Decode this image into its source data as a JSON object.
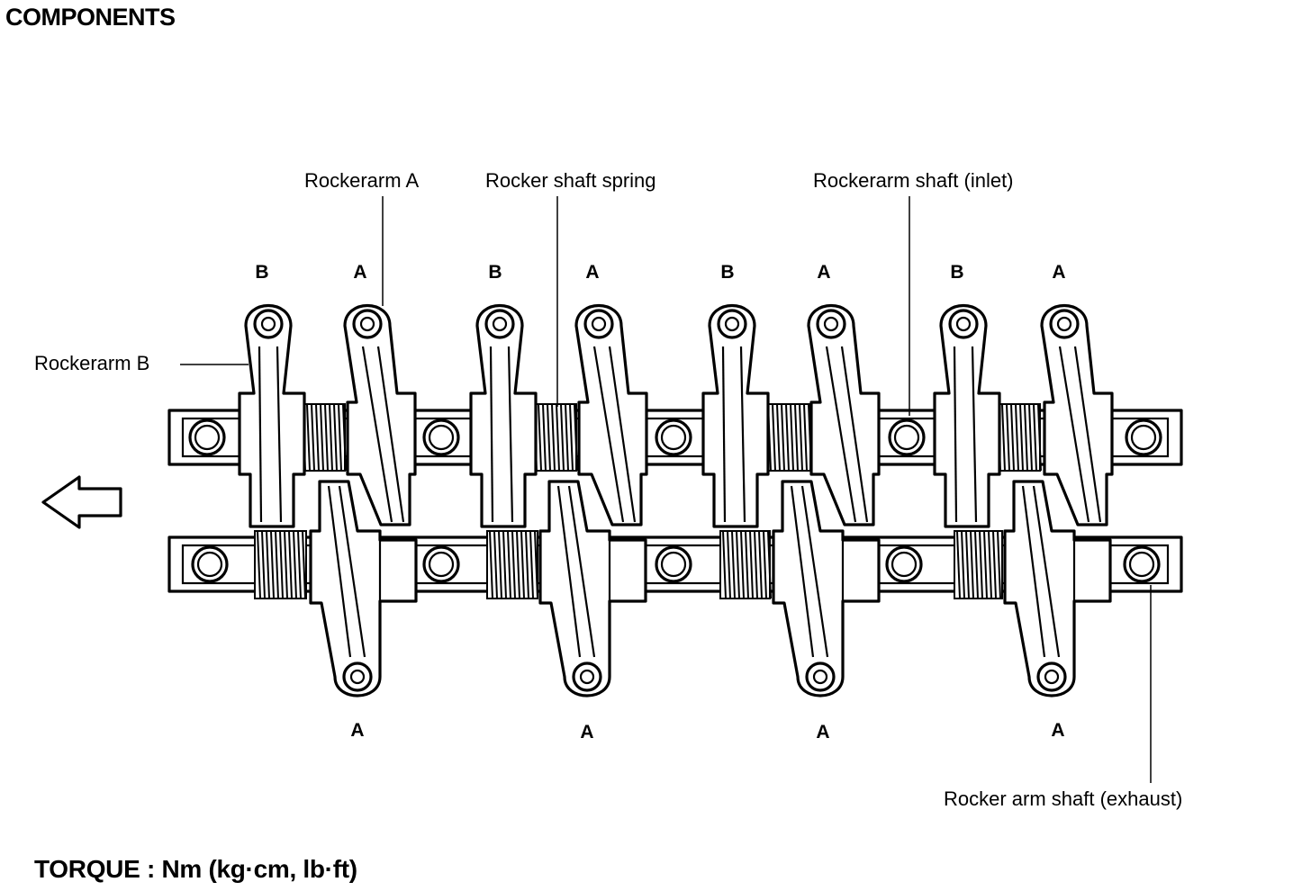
{
  "title": "COMPONENTS",
  "callouts": {
    "rockerarm_a": "Rockerarm A",
    "rocker_shaft_spring": "Rocker shaft spring",
    "rockerarm_shaft_inlet": "Rockerarm shaft (inlet)",
    "rockerarm_b": "Rockerarm B",
    "rocker_arm_shaft_exhaust": "Rocker arm shaft (exhaust)"
  },
  "top_arm_letters": [
    "B",
    "A",
    "B",
    "A",
    "B",
    "A",
    "B",
    "A"
  ],
  "bottom_arm_letters": [
    "A",
    "A",
    "A",
    "A"
  ],
  "torque_label": "TORQUE : Nm (kg·cm, lb·ft)"
}
